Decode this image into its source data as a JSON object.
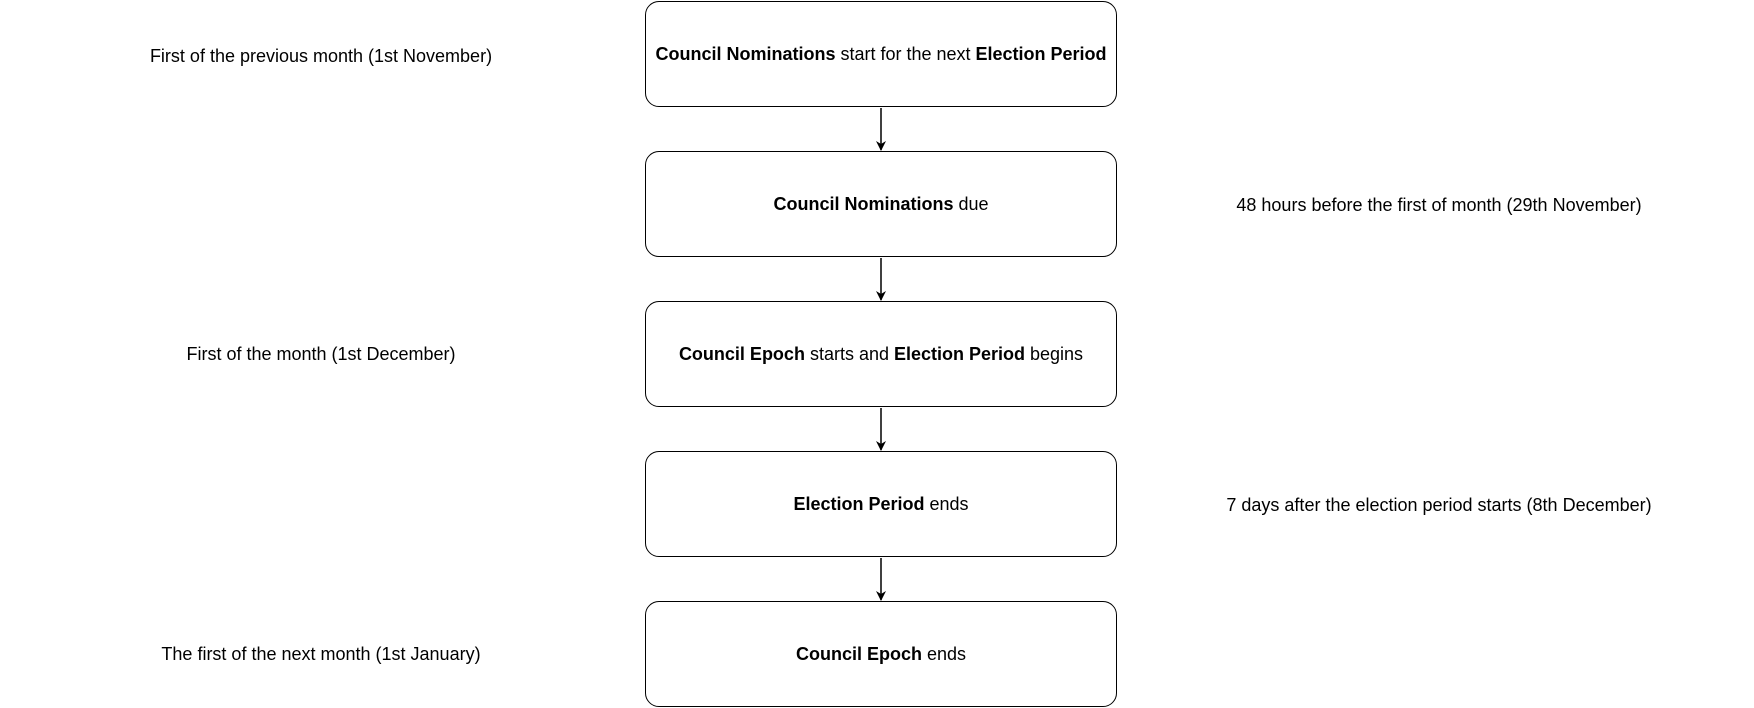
{
  "steps": [
    {
      "parts": [
        {
          "text": "Council Nominations",
          "bold": true
        },
        {
          "text": " start for the next ",
          "bold": false
        },
        {
          "text": "Election Period",
          "bold": true
        }
      ]
    },
    {
      "parts": [
        {
          "text": "Council Nominations",
          "bold": true
        },
        {
          "text": " due",
          "bold": false
        }
      ]
    },
    {
      "parts": [
        {
          "text": "Council Epoch",
          "bold": true
        },
        {
          "text": " starts and ",
          "bold": false
        },
        {
          "text": "Election Period",
          "bold": true
        },
        {
          "text": " begins",
          "bold": false
        }
      ]
    },
    {
      "parts": [
        {
          "text": "Election Period",
          "bold": true
        },
        {
          "text": " ends",
          "bold": false
        }
      ]
    },
    {
      "parts": [
        {
          "text": "Council Epoch",
          "bold": true
        },
        {
          "text": " ends",
          "bold": false
        }
      ]
    }
  ],
  "notes": {
    "step1": "First of the previous month (1st November)",
    "step2": "48 hours before the first of month (29th November)",
    "step3": "First of the month (1st December)",
    "step4": "7 days after the election period starts (8th December)",
    "step5": "The first of the next month (1st January)"
  }
}
